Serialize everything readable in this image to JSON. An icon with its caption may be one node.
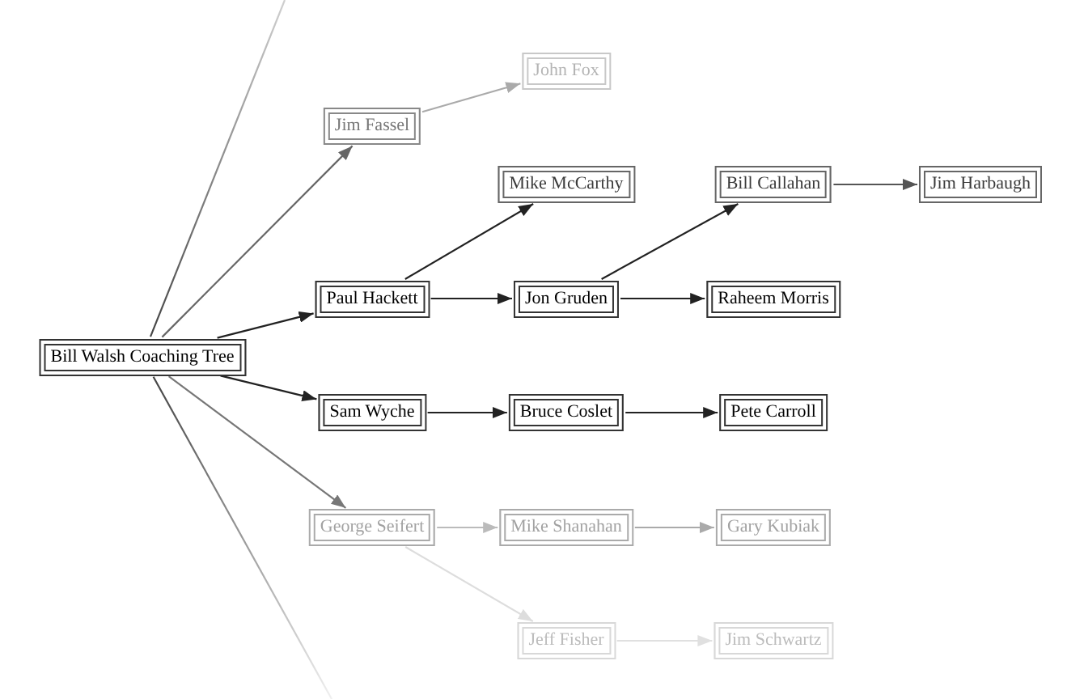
{
  "diagram": {
    "nodes": [
      {
        "text": [
          "Bill Walsh Coaching Tree"
        ]
      },
      {
        "text": [
          "Jim Fassel"
        ]
      },
      {
        "text": [
          "John Fox"
        ]
      },
      {
        "text": [
          "Paul Hackett"
        ]
      },
      {
        "text": [
          "Mike McCarthy"
        ]
      },
      {
        "text": [
          "Jon Gruden"
        ]
      },
      {
        "text": [
          "Bill Callahan"
        ]
      },
      {
        "text": [
          "Jim Harbaugh"
        ]
      },
      {
        "text": [
          "Raheem Morris"
        ]
      },
      {
        "text": [
          "Sam Wyche"
        ]
      },
      {
        "text": [
          "Bruce Coslet"
        ]
      },
      {
        "text": [
          "Pete Carroll"
        ]
      },
      {
        "text": [
          "George Seifert"
        ]
      },
      {
        "text": [
          "Mike Shanahan"
        ]
      },
      {
        "text": [
          "Gary Kubiak"
        ]
      },
      {
        "text": [
          "Jeff Fisher"
        ]
      },
      {
        "text": [
          "Jim Schwartz"
        ]
      }
    ],
    "edges": [
      {
        "from": 0,
        "to": null,
        "arrow": "none",
        "color": "#d0d0d0"
      },
      {
        "from": 0,
        "to": 1,
        "arrow": "to",
        "color": "#666666"
      },
      {
        "from": 1,
        "to": 2,
        "arrow": "to",
        "color": "#aaaaaa"
      },
      {
        "from": 0,
        "to": 3,
        "arrow": "to"
      },
      {
        "from": 3,
        "to": 4,
        "arrow": "to"
      },
      {
        "from": 3,
        "to": 5,
        "arrow": "to"
      },
      {
        "from": 5,
        "to": 6,
        "arrow": "to"
      },
      {
        "from": 6,
        "to": 7,
        "arrow": "to",
        "color": "#555555"
      },
      {
        "from": 5,
        "to": 8,
        "arrow": "to"
      },
      {
        "from": 0,
        "to": 9,
        "arrow": "to"
      },
      {
        "from": 9,
        "to": 10,
        "arrow": "to"
      },
      {
        "from": 10,
        "to": 11,
        "arrow": "to"
      },
      {
        "from": 0,
        "to": 12,
        "arrow": "to",
        "color": "#777777"
      },
      {
        "from": 12,
        "to": 13,
        "arrow": "to",
        "color": "#bbbbbb"
      },
      {
        "from": 13,
        "to": 14,
        "arrow": "to",
        "color": "#aaaaaa"
      },
      {
        "from": 12,
        "to": 15,
        "arrow": "to",
        "color": "#dddddd"
      },
      {
        "from": 15,
        "to": 16,
        "arrow": "to",
        "color": "#e0e0e0"
      },
      {
        "from": 0,
        "to": null,
        "arrow": "none",
        "color": "#f0f0f0"
      }
    ]
  }
}
